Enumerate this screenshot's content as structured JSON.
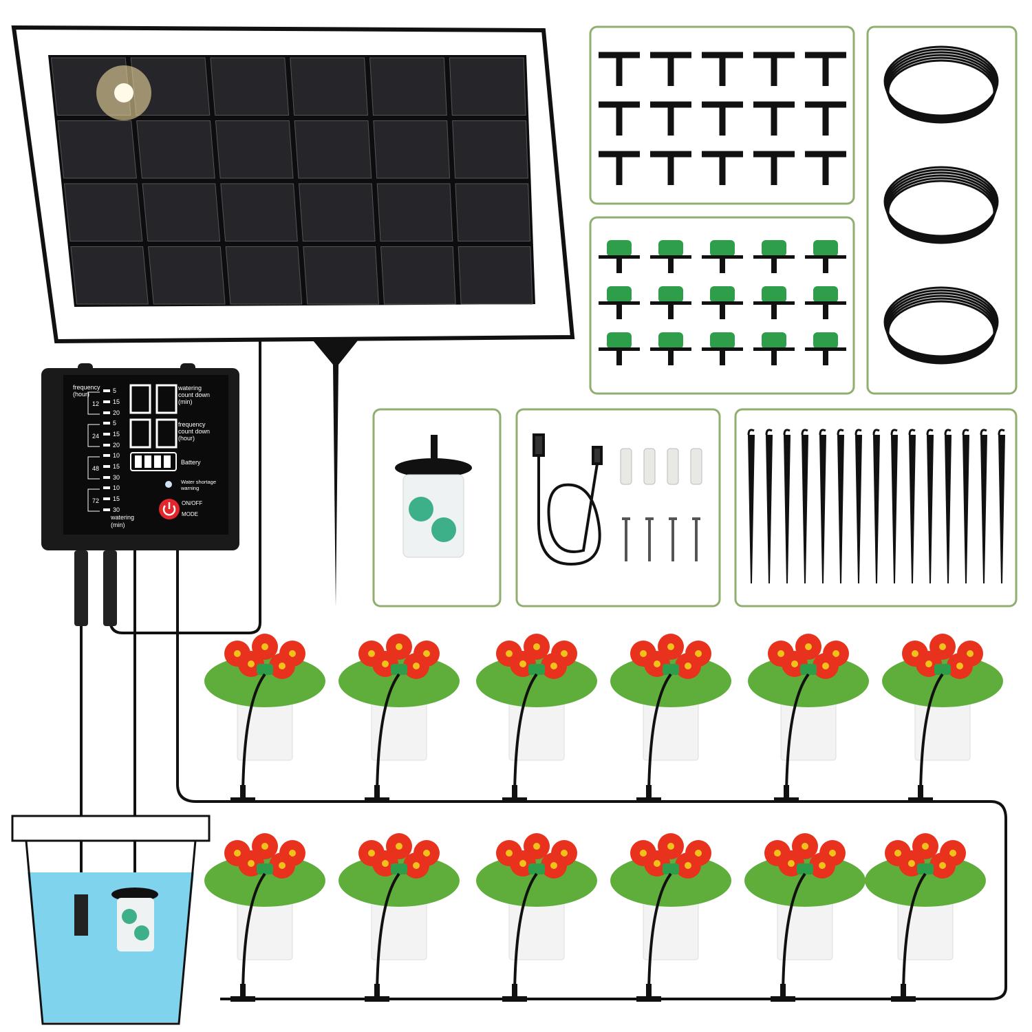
{
  "colors": {
    "panel_frame": "#111111",
    "panel_cell": "#1c1c1e",
    "box_border": "#8fae6f",
    "dripper_green": "#2e9e4a",
    "flower_red": "#e8321e",
    "flower_center": "#f2c21a",
    "leaf_green": "#5fae3c",
    "water": "#7fd3ec",
    "power_button": "#e3262b"
  },
  "controller": {
    "frequency_label": "frequency",
    "frequency_unit": "(hour)",
    "groups": [
      {
        "hours": "12",
        "minutes": [
          "5",
          "15",
          "20"
        ]
      },
      {
        "hours": "24",
        "minutes": [
          "5",
          "15",
          "20"
        ]
      },
      {
        "hours": "48",
        "minutes": [
          "10",
          "15",
          "30"
        ]
      },
      {
        "hours": "72",
        "minutes": [
          "10",
          "15",
          "30"
        ]
      }
    ],
    "watering_label": "watering",
    "watering_unit": "(min)",
    "watering_countdown": [
      "watering",
      "count down",
      "(min)"
    ],
    "frequency_countdown": [
      "frequency",
      "count down",
      "(hour)"
    ],
    "battery_label": "Battery",
    "battery_level_bars": 4,
    "water_warning": [
      "Water shortage",
      "warning"
    ],
    "onoff_label": "ON/OFF",
    "mode_label": "MODE",
    "icons": {
      "power": "power-icon",
      "warning_led": "led-icon",
      "battery": "battery-icon"
    }
  },
  "kit": {
    "t_connectors": 15,
    "drippers": 15,
    "tubing_coils": 3,
    "stakes": 15,
    "anchors": 4,
    "screws": 4
  },
  "plants": {
    "rows": 2,
    "per_row": 6
  }
}
